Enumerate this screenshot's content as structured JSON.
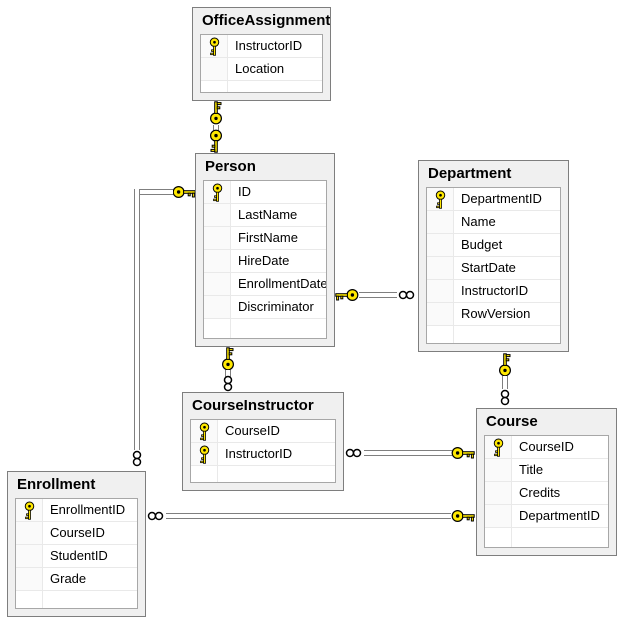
{
  "diagram": {
    "kind": "database-entity-relationship-diagram",
    "tables": [
      {
        "id": "office-assignment",
        "title": "OfficeAssignment",
        "columns": [
          {
            "name": "InstructorID",
            "primary_key": true
          },
          {
            "name": "Location",
            "primary_key": false
          }
        ]
      },
      {
        "id": "person",
        "title": "Person",
        "columns": [
          {
            "name": "ID",
            "primary_key": true
          },
          {
            "name": "LastName",
            "primary_key": false
          },
          {
            "name": "FirstName",
            "primary_key": false
          },
          {
            "name": "HireDate",
            "primary_key": false
          },
          {
            "name": "EnrollmentDate",
            "primary_key": false
          },
          {
            "name": "Discriminator",
            "primary_key": false
          }
        ]
      },
      {
        "id": "department",
        "title": "Department",
        "columns": [
          {
            "name": "DepartmentID",
            "primary_key": true
          },
          {
            "name": "Name",
            "primary_key": false
          },
          {
            "name": "Budget",
            "primary_key": false
          },
          {
            "name": "StartDate",
            "primary_key": false
          },
          {
            "name": "InstructorID",
            "primary_key": false
          },
          {
            "name": "RowVersion",
            "primary_key": false
          }
        ]
      },
      {
        "id": "course-instructor",
        "title": "CourseInstructor",
        "columns": [
          {
            "name": "CourseID",
            "primary_key": true
          },
          {
            "name": "InstructorID",
            "primary_key": true
          }
        ]
      },
      {
        "id": "course",
        "title": "Course",
        "columns": [
          {
            "name": "CourseID",
            "primary_key": true
          },
          {
            "name": "Title",
            "primary_key": false
          },
          {
            "name": "Credits",
            "primary_key": false
          },
          {
            "name": "DepartmentID",
            "primary_key": false
          }
        ]
      },
      {
        "id": "enrollment",
        "title": "Enrollment",
        "columns": [
          {
            "name": "EnrollmentID",
            "primary_key": true
          },
          {
            "name": "CourseID",
            "primary_key": false
          },
          {
            "name": "StudentID",
            "primary_key": false
          },
          {
            "name": "Grade",
            "primary_key": false
          }
        ]
      }
    ],
    "relationships": [
      {
        "from_table": "OfficeAssignment",
        "from_end": "one (key)",
        "to_table": "Person",
        "to_end": "one (key)",
        "type": "one-to-one"
      },
      {
        "from_table": "Person",
        "from_end": "one (key)",
        "to_table": "Department",
        "to_end": "many (infinity)",
        "type": "one-to-many"
      },
      {
        "from_table": "Person",
        "from_end": "one (key)",
        "to_table": "Enrollment",
        "to_end": "many (infinity)",
        "type": "one-to-many"
      },
      {
        "from_table": "Person",
        "from_end": "one (key)",
        "to_table": "CourseInstructor",
        "to_end": "many (infinity)",
        "type": "one-to-many"
      },
      {
        "from_table": "Department",
        "from_end": "one (key)",
        "to_table": "Course",
        "to_end": "many (infinity)",
        "type": "one-to-many"
      },
      {
        "from_table": "Course",
        "from_end": "one (key)",
        "to_table": "CourseInstructor",
        "to_end": "many (infinity)",
        "type": "one-to-many"
      },
      {
        "from_table": "Course",
        "from_end": "one (key)",
        "to_table": "Enrollment",
        "to_end": "many (infinity)",
        "type": "one-to-many"
      }
    ],
    "icons": {
      "primary_key_icon": "yellow key glyph",
      "one_end_icon": "key",
      "many_end_icon": "infinity (two interlocked rings)"
    },
    "colors": {
      "key_icon": "#FFE800",
      "table_frame_bg": "#F0F0F0",
      "table_border": "#7E7E7E",
      "grid_border": "#A7A7A7",
      "row_separator": "#E9E9E9",
      "connector_line": "#7F7F7F",
      "text": "#000000",
      "canvas_bg": "#FFFFFF"
    }
  }
}
